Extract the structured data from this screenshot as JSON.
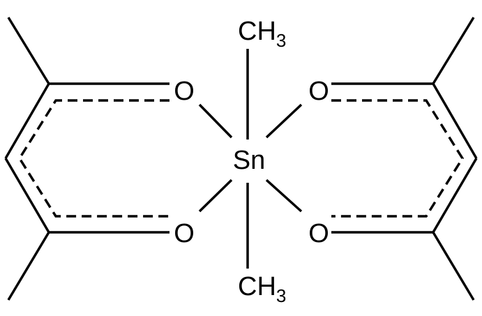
{
  "diagram": {
    "center_atom": "Sn",
    "axial_groups": [
      {
        "label": "CH",
        "subscript": "3"
      },
      {
        "label": "CH",
        "subscript": "3"
      }
    ],
    "oxygen_label": "O",
    "colors": {
      "line": "#000000",
      "text": "#000000",
      "background": "#ffffff"
    }
  }
}
